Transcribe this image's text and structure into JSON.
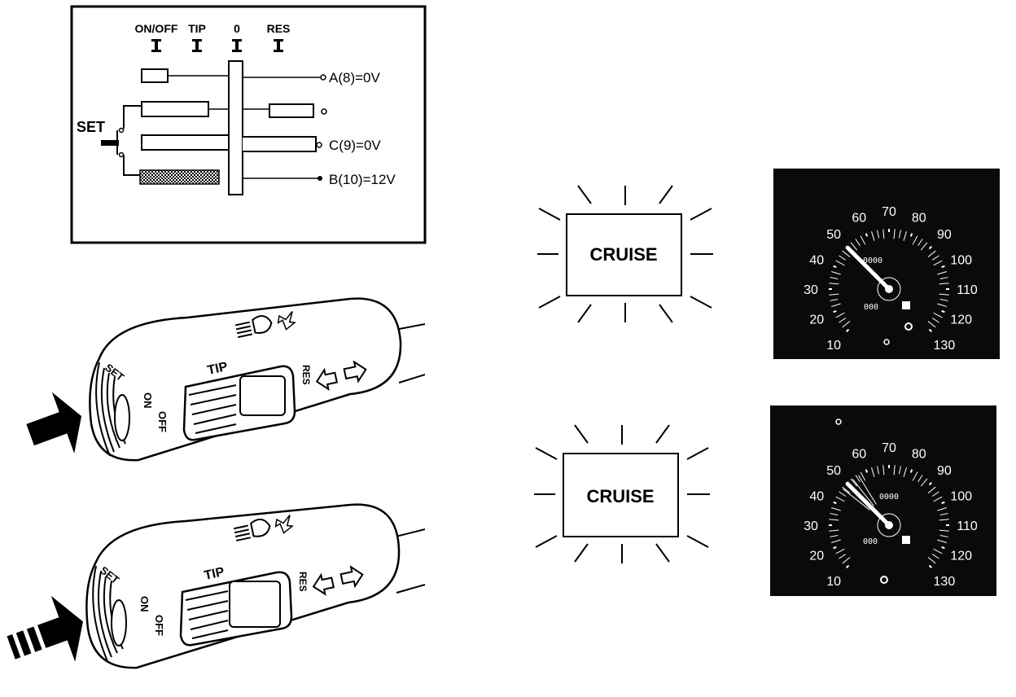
{
  "switch_diagram": {
    "positions": [
      "ON/OFF",
      "TIP",
      "0",
      "RES"
    ],
    "set_label": "SET",
    "outputs": [
      {
        "id": "A",
        "text": "A(8)=0V"
      },
      {
        "id": "C",
        "text": "C(9)=0V"
      },
      {
        "id": "B",
        "text": "B(10)=12V"
      }
    ]
  },
  "stalks": [
    {
      "set": "SET",
      "tip": "TIP",
      "on": "ON",
      "off": "OFF",
      "res": "RES",
      "arrow_style": "solid"
    },
    {
      "set": "SET",
      "tip": "TIP",
      "on": "ON",
      "off": "OFF",
      "res": "RES",
      "arrow_style": "motion"
    }
  ],
  "indicators": [
    {
      "text": "CRUISE"
    },
    {
      "text": "CRUISE"
    }
  ],
  "gauges": [
    {
      "scale": [
        "10",
        "20",
        "30",
        "40",
        "50",
        "60",
        "70",
        "80",
        "90",
        "100",
        "110",
        "120",
        "130"
      ],
      "needle_value": 50,
      "odometer_top": "0000",
      "odometer_bottom": "000"
    },
    {
      "scale": [
        "10",
        "20",
        "30",
        "40",
        "50",
        "60",
        "70",
        "80",
        "90",
        "100",
        "110",
        "120",
        "130"
      ],
      "needle_value": 50,
      "odometer_top": "0000",
      "odometer_bottom": "000"
    }
  ],
  "colors": {
    "ink": "#000000",
    "paper": "#ffffff",
    "dial": "#0a0a0a"
  }
}
